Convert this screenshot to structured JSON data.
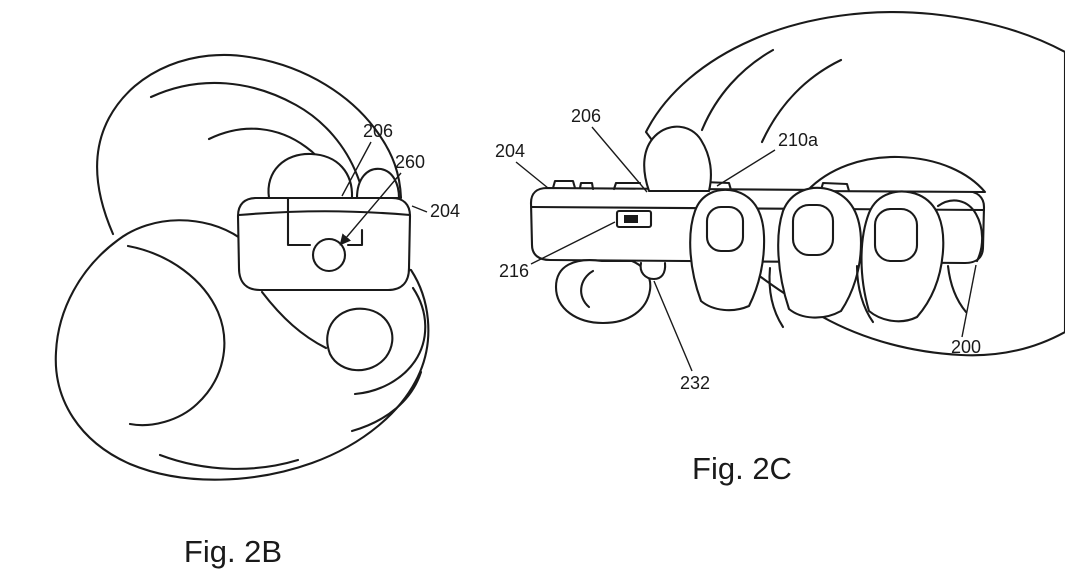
{
  "page": {
    "background": "#ffffff",
    "ink": "#1a1a1a"
  },
  "figures": [
    {
      "caption": "Fig. 2B",
      "labels": [
        {
          "ref": "206",
          "text": "206"
        },
        {
          "ref": "260",
          "text": "260"
        },
        {
          "ref": "204",
          "text": "204"
        }
      ]
    },
    {
      "caption": "Fig. 2C",
      "labels": [
        {
          "ref": "204",
          "text": "204"
        },
        {
          "ref": "206",
          "text": "206"
        },
        {
          "ref": "210a",
          "text": "210a"
        },
        {
          "ref": "216",
          "text": "216"
        },
        {
          "ref": "232",
          "text": "232"
        },
        {
          "ref": "200",
          "text": "200"
        }
      ]
    }
  ]
}
